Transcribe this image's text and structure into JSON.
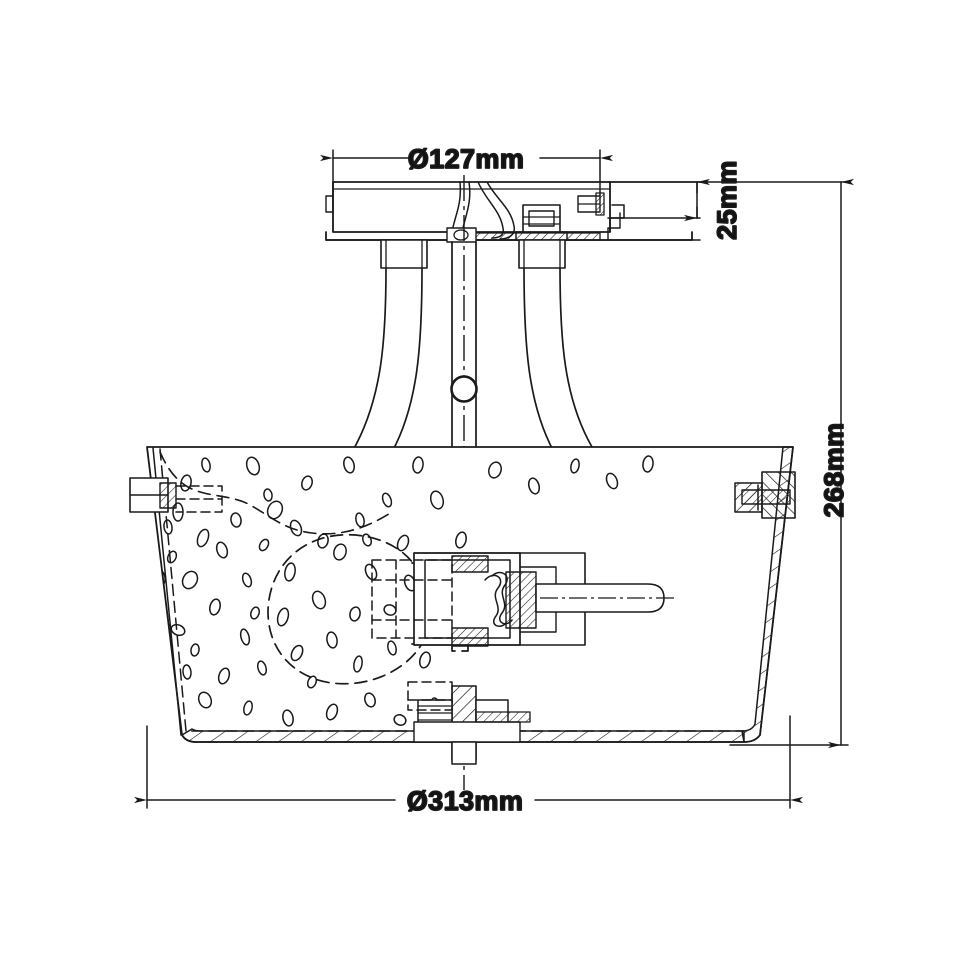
{
  "drawing": {
    "title": "Semi-flush ceiling light dimensional drawing",
    "background_color": "#ffffff",
    "line_color": "#1a1a1a",
    "text_color": "#111111",
    "units": "mm"
  },
  "dimensions": {
    "canopy_diameter": {
      "label": "Ø127mm",
      "value": 127,
      "symbol": "Ø",
      "unit": "mm",
      "orientation": "horizontal",
      "name": "canopy-diameter"
    },
    "canopy_height": {
      "label": "25mm",
      "value": 25,
      "symbol": "",
      "unit": "mm",
      "orientation": "vertical",
      "name": "canopy-height"
    },
    "overall_height": {
      "label": "268mm",
      "value": 268,
      "symbol": "",
      "unit": "mm",
      "orientation": "vertical",
      "name": "overall-height"
    },
    "shade_diameter": {
      "label": "Ø313mm",
      "value": 313,
      "symbol": "Ø",
      "unit": "mm",
      "orientation": "horizontal",
      "name": "shade-diameter"
    }
  },
  "parts": {
    "canopy_plate": "ceiling-canopy-plate",
    "mounting_nut": "mounting-nut",
    "wire_bundle": "wire-bundle",
    "left_arm": "left-support-arm",
    "right_arm": "right-support-arm",
    "center_stem": "center-stem-rod",
    "stem_node": "stem-joint-node",
    "glass_shade": "bubble-glass-shade",
    "bulb": "light-bulb-hidden-outline",
    "socket": "lamp-socket-assembly",
    "socket_screw": "socket-set-screw",
    "left_glass_clamp": "left-glass-clamp",
    "right_glass_clamp": "right-glass-clamp",
    "bottom_finial": "bottom-finial-nut",
    "centerline": "vertical-centerline"
  }
}
